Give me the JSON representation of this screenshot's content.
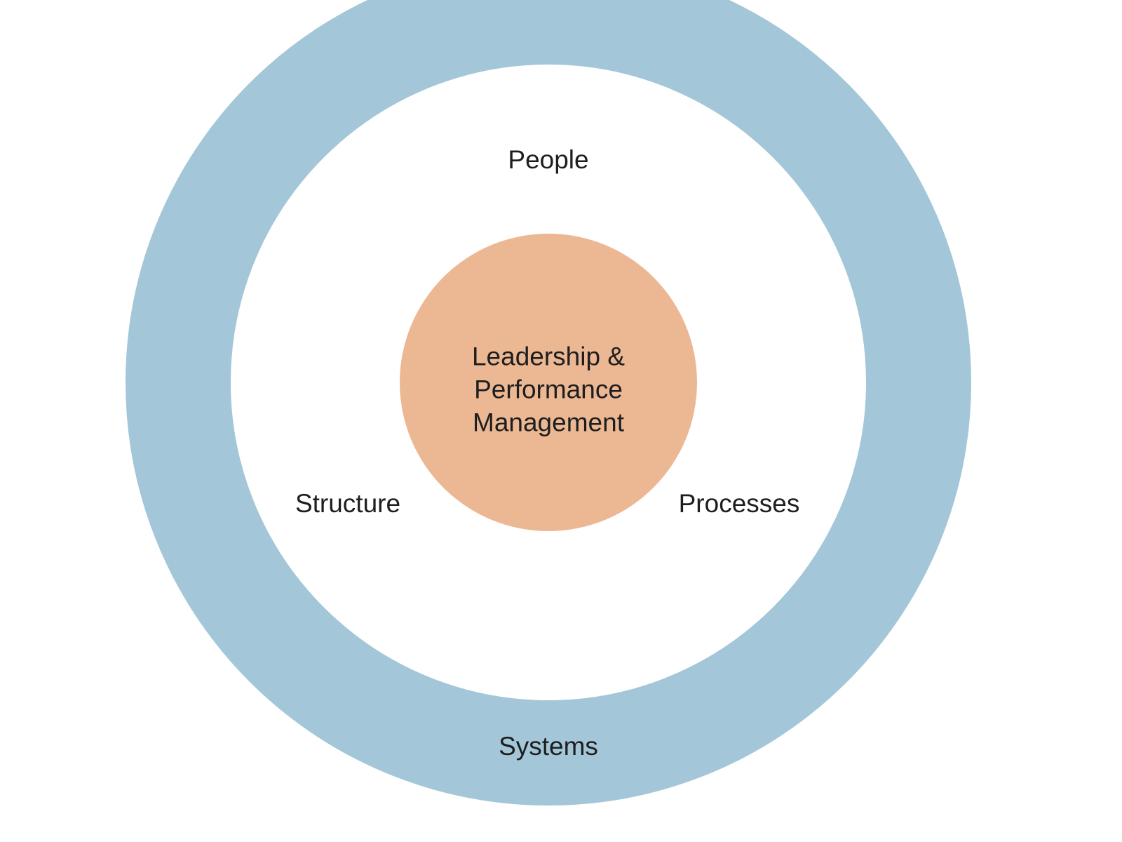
{
  "colors": {
    "ring": "#a3c7d8",
    "core": "#ecb894",
    "background": "#ffffff"
  },
  "labels": {
    "center": [
      "Leadership &",
      "Performance",
      "Management"
    ],
    "top": "People",
    "left": "Structure",
    "right": "Processes",
    "bottom": "Systems"
  }
}
